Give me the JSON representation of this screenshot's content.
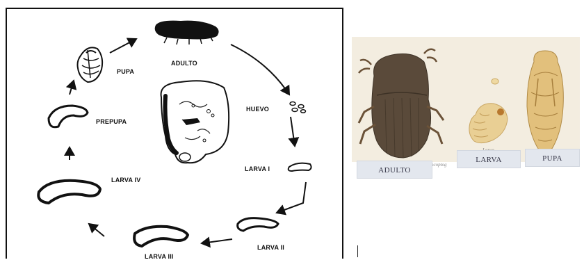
{
  "life_cycle": {
    "stages": [
      {
        "id": "adulto",
        "label": "ADULTO"
      },
      {
        "id": "huevo",
        "label": "HUEVO"
      },
      {
        "id": "larva-1",
        "label": "LARVA I"
      },
      {
        "id": "larva-2",
        "label": "LARVA II"
      },
      {
        "id": "larva-3",
        "label": "LARVA III"
      },
      {
        "id": "larva-4",
        "label": "LARVA IV"
      },
      {
        "id": "prepupa",
        "label": "PREPUPA"
      },
      {
        "id": "pupa",
        "label": "PUPA"
      }
    ]
  },
  "plate": {
    "labels": {
      "adulto": "ADULTO",
      "larva": "LARVA",
      "pupa": "PUPA"
    },
    "caption_fragments": {
      "under_larva": "Larva",
      "under_adult": "ocoptog"
    }
  },
  "colors": {
    "line": "#111111",
    "beetle": "#5a4a3a",
    "larva": "#e9cf94",
    "pupa": "#e2c07c",
    "label_box": "#e3e7ee"
  }
}
